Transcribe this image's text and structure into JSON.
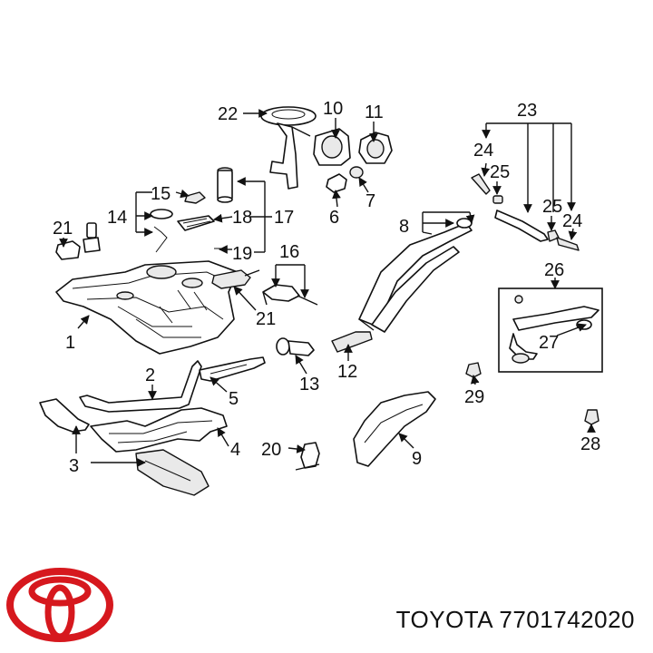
{
  "caption": {
    "brand": "TOYOTA",
    "part_number": "7701742020"
  },
  "logo": {
    "icon": "toyota-emblem-icon",
    "color": "#d6181e"
  },
  "callouts": [
    "1",
    "2",
    "3",
    "4",
    "5",
    "6",
    "7",
    "8",
    "9",
    "10",
    "11",
    "12",
    "13",
    "14",
    "15",
    "16",
    "17",
    "18",
    "19",
    "20",
    "21",
    "21",
    "22",
    "23",
    "24",
    "24",
    "25",
    "25",
    "26",
    "27",
    "28",
    "29"
  ]
}
